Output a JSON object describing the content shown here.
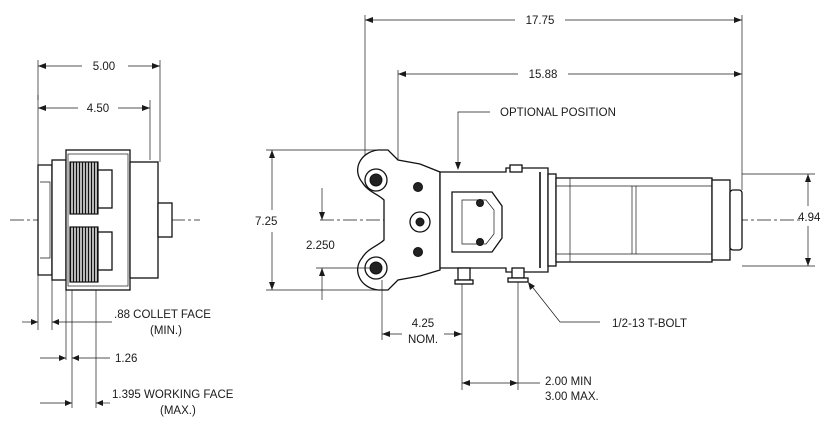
{
  "dimensions": {
    "overall_length": "17.75",
    "pivot_length": "15.88",
    "optional_position": "OPTIONAL POSITION",
    "height": "7.25",
    "clamp_height": "4.94",
    "pin_spacing": "2.250",
    "nominal_value": "4.25",
    "nominal_label": "NOM.",
    "tbolt": "1/2-13 T-BOLT",
    "min_dim": "2.00 MIN",
    "max_dim": "3.00 MAX.",
    "width_outer": "5.00",
    "width_inner": "4.50",
    "collet_face": ".88 COLLET FACE",
    "collet_min": "(MIN.)",
    "dim_126": "1.26",
    "working_face": "1.395 WORKING FACE",
    "working_max": "(MAX.)"
  }
}
